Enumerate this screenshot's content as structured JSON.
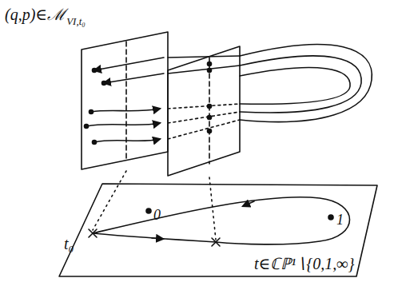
{
  "diagram": {
    "labels": [
      "(q,p)∈ℳ",
      "VI,t₀",
      "0",
      "1",
      "t₀",
      "t∈ℂℙ¹∖{0,1,∞}"
    ]
  }
}
